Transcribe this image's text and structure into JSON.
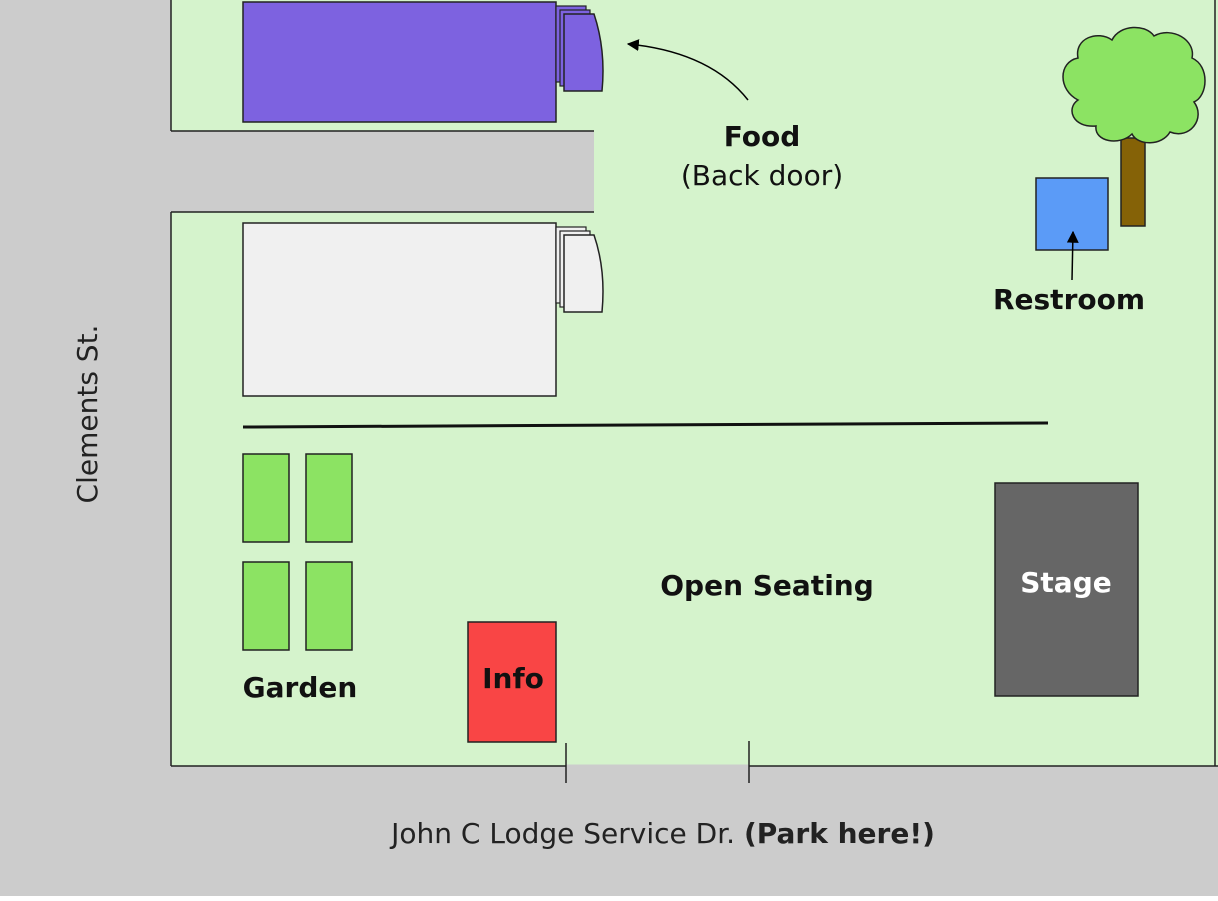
{
  "streets": {
    "west": "Clements St.",
    "south": "John C Lodge Service Dr.",
    "south_note": "(Park here!)"
  },
  "labels": {
    "food": "Food",
    "food_sub": "(Back door)",
    "restroom": "Restroom",
    "open_seating": "Open Seating",
    "stage": "Stage",
    "info": "Info",
    "garden": "Garden"
  },
  "colors": {
    "lawn": "#d5f3cc",
    "road": "#cccccc",
    "food_building": "#7d62e0",
    "other_building": "#f0f0f0",
    "restroom": "#5b9bf7",
    "stage": "#666666",
    "info": "#f94545",
    "garden_bed": "#8ce363",
    "tree_canopy": "#8ce363",
    "tree_trunk": "#856207"
  },
  "icons": [
    "tree-icon",
    "arrow-icon"
  ]
}
